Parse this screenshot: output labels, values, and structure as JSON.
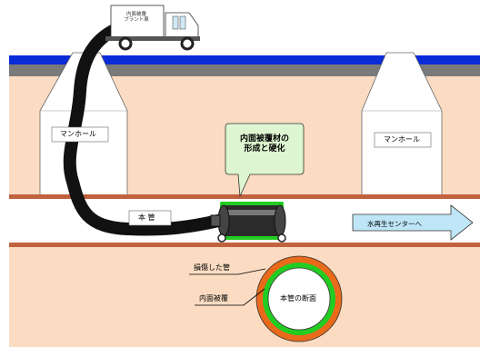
{
  "truck": {
    "label": "内面被覆\nプラント車"
  },
  "labels": {
    "manhole_left": "マンホール",
    "manhole_right": "マンホール",
    "pipe": "本 管",
    "callout": "内面被覆材の\n形成と硬化",
    "arrow": "水再生センターへ",
    "damaged_pipe": "損傷した管",
    "inner_coating": "内面被覆",
    "cross_section": "本管の断面"
  },
  "colors": {
    "soil": "#fbdcc2",
    "road_blue": "#0a2bd8",
    "road_gray": "#7a7a7a",
    "pipe_wall": "#c0623e",
    "callout_fill": "#ddf5d0",
    "coating_green": "#22cc22",
    "damaged_orange": "#e86a1a",
    "arrow_fill": "#bfe6f7"
  }
}
